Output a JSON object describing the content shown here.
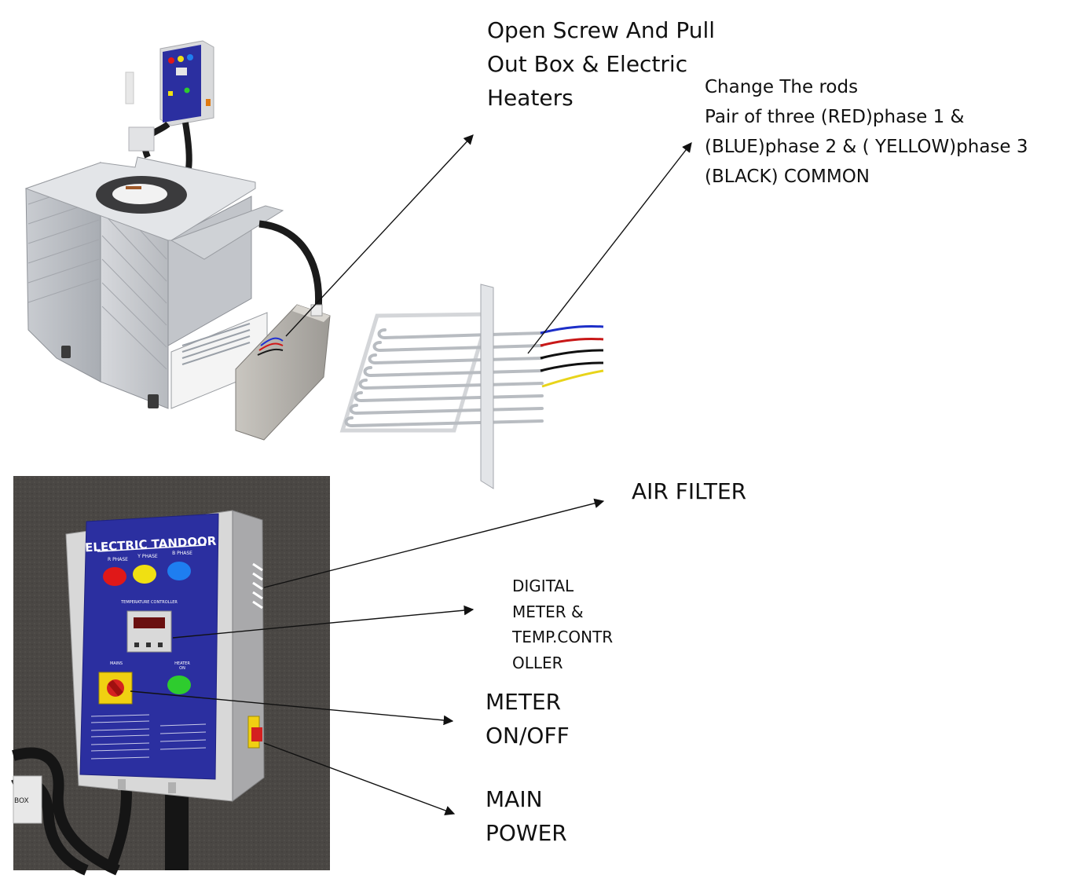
{
  "annotations": {
    "open_screw": [
      "Open Screw And Pull",
      "Out Box & Electric",
      "Heaters"
    ],
    "change_rods": [
      "Change The rods",
      "Pair of three (RED)phase 1 &",
      "(BLUE)phase 2 & ( YELLOW)phase 3",
      "(BLACK) COMMON"
    ],
    "air_filter": [
      "AIR FILTER"
    ],
    "digital_meter": [
      "DIGITAL",
      "METER &",
      "TEMP.CONTR",
      "OLLER"
    ],
    "meter_onoff": [
      "METER",
      "ON/OFF"
    ],
    "main_power": [
      "MAIN",
      "POWER"
    ]
  },
  "panel": {
    "title": "ELECTRIC TANDOOR",
    "phase_labels": [
      "R PHASE",
      "Y PHASE",
      "B PHASE"
    ],
    "temp_label": "TEMPERATURE CONTROLLER",
    "mains_label": "MAINS",
    "heater_label": [
      "HEATER",
      "ON"
    ],
    "box_tag": "BOX"
  },
  "colors": {
    "panel_blue": "#2b2fa0",
    "phase_red": "#e01818",
    "phase_yellow": "#f0e012",
    "phase_blue": "#1e7ef0",
    "heater_green": "#2ecc2e",
    "wall": "#4a4744"
  }
}
